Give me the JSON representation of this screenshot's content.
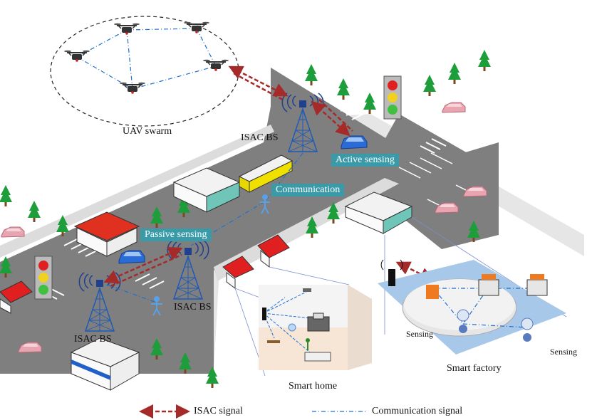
{
  "labels": {
    "uav_swarm": "UAV swarm",
    "isac_bs_top": "ISAC BS",
    "isac_bs_mid": "ISAC BS",
    "isac_bs_left": "ISAC BS",
    "active_sensing": "Active sensing",
    "communication": "Communication",
    "passive_sensing": "Passive sensing",
    "smart_home": "Smart home",
    "smart_factory": "Smart factory",
    "sensing_left": "Sensing",
    "sensing_right": "Sensing"
  },
  "legend": {
    "isac_signal": "ISAC signal",
    "communication_signal": "Communication signal"
  },
  "colors": {
    "road": "#7f7f7f",
    "sidewalk": "#e6e6e6",
    "isac_signal": "#a52a2a",
    "communication_signal": "#1f6fd1",
    "tag_bg": "#3a9aa8",
    "tree": "#1e9e3a",
    "car_blue": "#2a6bd6",
    "car_pink": "#e8a4b0"
  }
}
